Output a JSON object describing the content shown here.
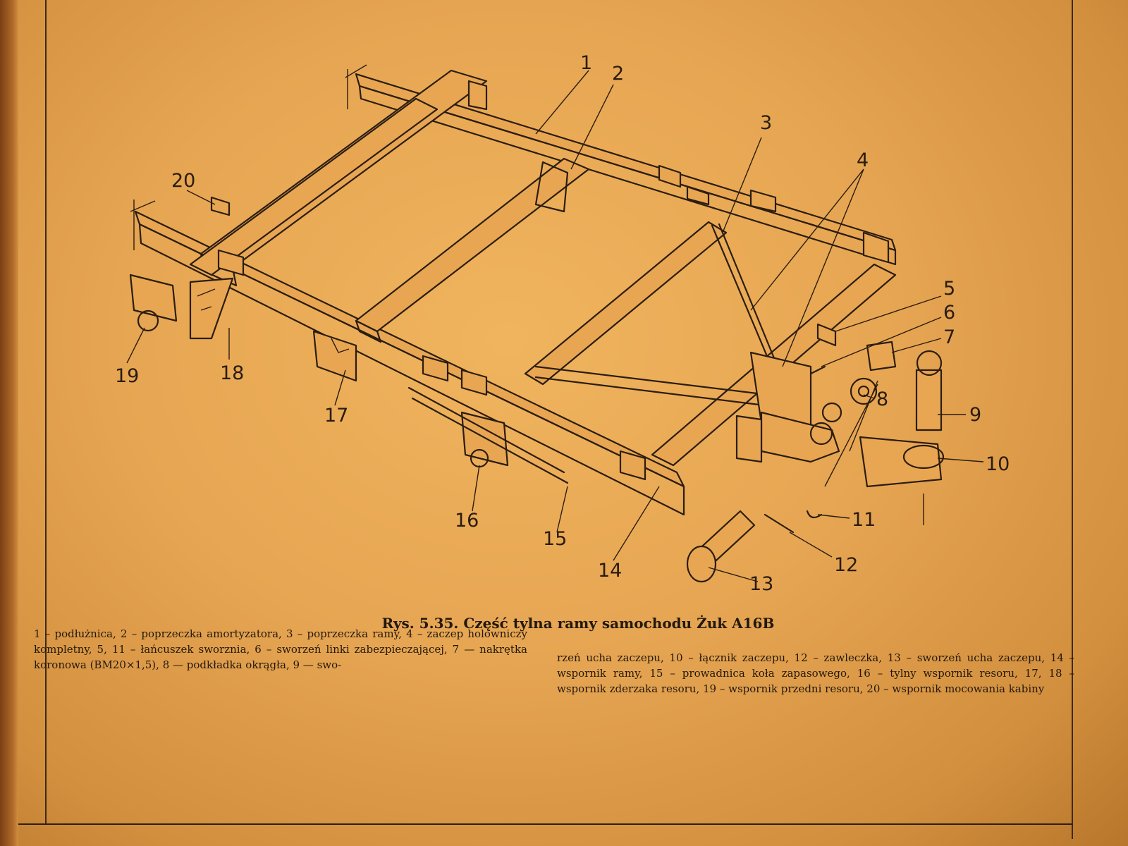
{
  "figure": {
    "caption_title": "Rys. 5.35. Część tylna ramy samochodu Żuk A16B",
    "legend_left": "1 – podłużnica, 2 – poprzeczka amortyzatora, 3 – poprzeczka ramy, 4 – zaczep holowniczy kompletny, 5, 11 – łańcuszek sworznia, 6 – sworzeń linki zabezpieczającej, 7 — nakrętka koronowa (BM20×1,5), 8 — podkładka okrągła, 9 — swo-",
    "legend_right": "rzeń ucha zaczepu, 10 – łącznik zaczepu, 12 – zawleczka, 13 – sworzeń ucha zaczepu, 14 – wspornik ramy, 15 – prowadnica koła zapasowego, 16 – tylny wspornik resoru, 17, 18 – wspornik zderzaka resoru, 19 – wspornik przedni resoru, 20 – wspornik mocowania kabiny",
    "callouts": [
      "1",
      "2",
      "3",
      "4",
      "5",
      "6",
      "7",
      "8",
      "9",
      "10",
      "11",
      "12",
      "13",
      "14",
      "15",
      "16",
      "17",
      "18",
      "19",
      "20"
    ]
  }
}
